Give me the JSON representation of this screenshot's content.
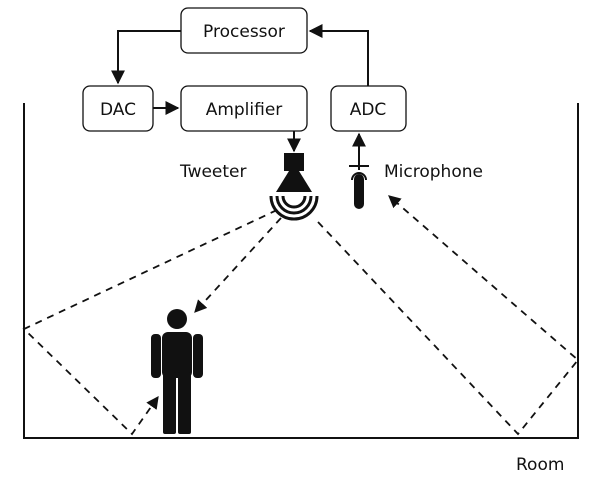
{
  "blocks": {
    "processor": "Processor",
    "dac": "DAC",
    "amplifier": "Amplifier",
    "adc": "ADC"
  },
  "labels": {
    "tweeter": "Tweeter",
    "microphone": "Microphone",
    "room": "Room"
  },
  "colors": {
    "line": "#111111",
    "background": "#ffffff"
  }
}
